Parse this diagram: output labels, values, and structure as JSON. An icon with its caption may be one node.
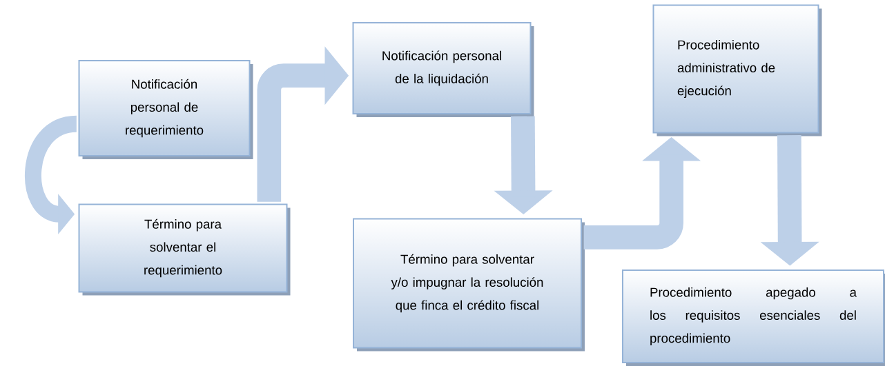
{
  "diagram": {
    "nodes": [
      {
        "text": [
          "Notificación personal de requerimiento"
        ]
      },
      {
        "text": [
          "Término para solventar el requerimiento"
        ]
      },
      {
        "text": [
          "Notificación personal de la liquidación"
        ]
      },
      {
        "text": [
          "Término para solventar y/o impugnar la resolución que finca el crédito fiscal"
        ]
      },
      {
        "text": [
          "Procedimiento administrativo de ejecución"
        ]
      },
      {
        "text": [
          "Procedimiento apegado a los requisitos esenciales del procedimiento"
        ]
      }
    ],
    "edges": [
      {
        "from": 0,
        "to": 1,
        "arrow": "to"
      },
      {
        "from": 1,
        "to": 2,
        "arrow": "to"
      },
      {
        "from": 2,
        "to": 3,
        "arrow": "to"
      },
      {
        "from": 3,
        "to": 4,
        "arrow": "to"
      },
      {
        "from": 4,
        "to": 5,
        "arrow": "to"
      }
    ]
  }
}
